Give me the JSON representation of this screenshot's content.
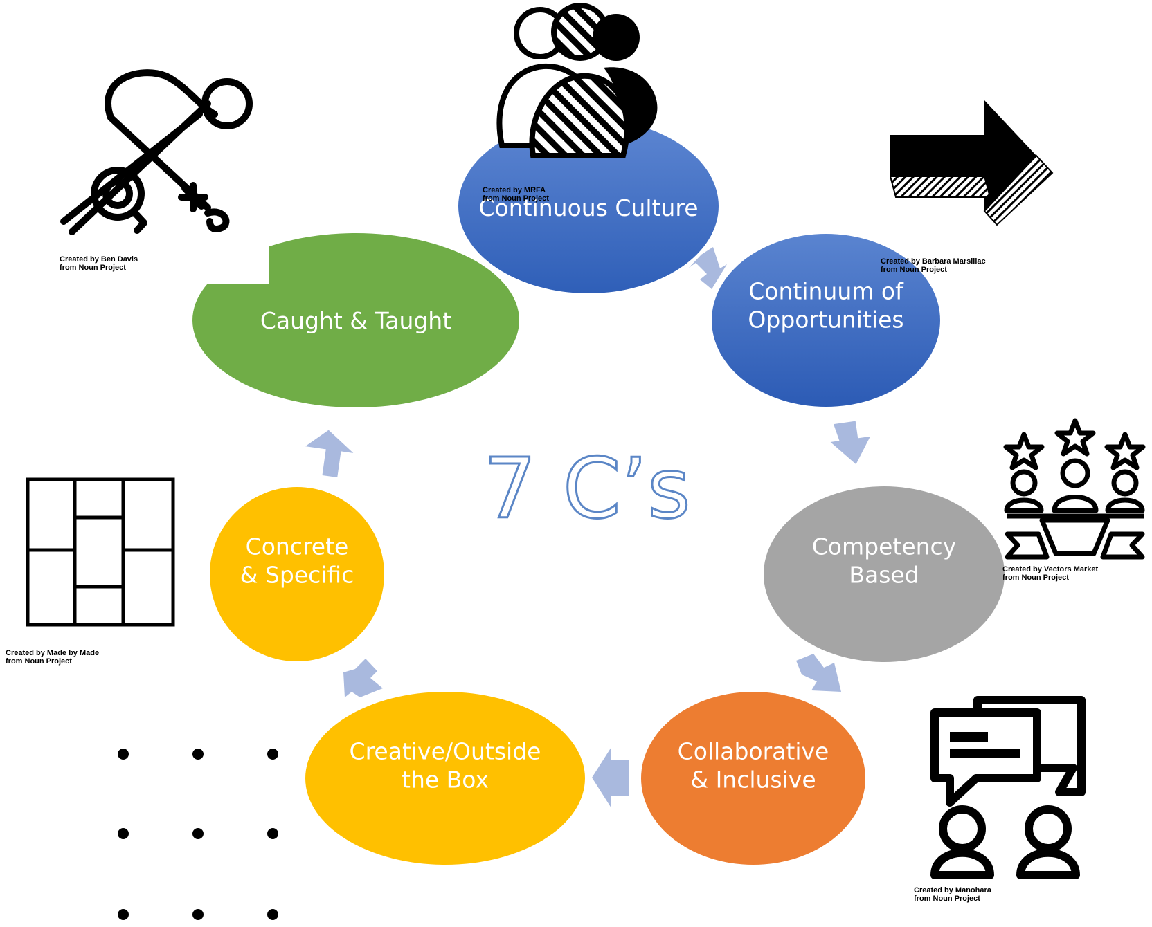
{
  "title": "7 C’s",
  "nodes": [
    {
      "id": "continuous-culture",
      "lines": [
        "Continuous Culture"
      ],
      "color": "#4472c4"
    },
    {
      "id": "continuum-of-opportunities",
      "lines": [
        "Continuum of",
        "Opportunities"
      ],
      "color": "#4472c4"
    },
    {
      "id": "competency-based",
      "lines": [
        "Competency",
        "Based"
      ],
      "color": "#a5a5a5"
    },
    {
      "id": "collaborative-inclusive",
      "lines": [
        "Collaborative",
        "& Inclusive"
      ],
      "color": "#ed7d31"
    },
    {
      "id": "creative-outside-box",
      "lines": [
        "Creative/Outside",
        "the Box"
      ],
      "color": "#ffc000"
    },
    {
      "id": "concrete-specific",
      "lines": [
        "Concrete",
        "& Specific"
      ],
      "color": "#ffc000"
    },
    {
      "id": "caught-taught",
      "lines": [
        "Caught & Taught"
      ],
      "color": "#70ad47"
    }
  ],
  "credits": [
    {
      "id": "mrfa",
      "lines": [
        "Created by MRFA",
        "from Noun Project"
      ],
      "icon": "people-group-icon"
    },
    {
      "id": "barbara",
      "lines": [
        "Created by Barbara Marsillac",
        "from Noun Project"
      ],
      "icon": "arrow-right-icon"
    },
    {
      "id": "vectors",
      "lines": [
        "Created by Vectors Market",
        "from Noun Project"
      ],
      "icon": "award-stars-icon"
    },
    {
      "id": "manohara",
      "lines": [
        "Created by Manohara",
        "from Noun Project"
      ],
      "icon": "discussion-icon"
    },
    {
      "id": "made",
      "lines": [
        "Created by Made by Made",
        "from Noun Project"
      ],
      "icon": "grid-layout-icon"
    },
    {
      "id": "ben",
      "lines": [
        "Created by Ben Davis",
        "from Noun Project"
      ],
      "icon": "fishing-rod-icon"
    }
  ],
  "colors": {
    "arrow": "#a9b9de",
    "title_outline": "#5b86c6"
  }
}
